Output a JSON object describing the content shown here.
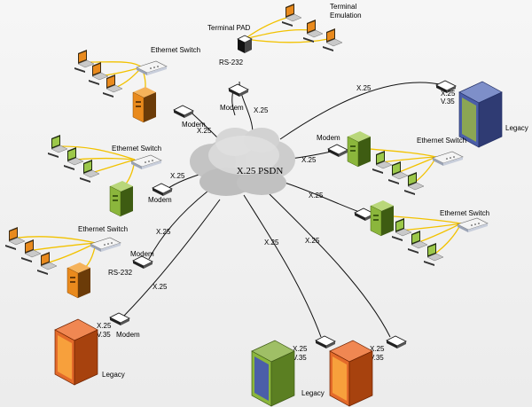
{
  "cloud": {
    "label": "X.25 PSDN"
  },
  "labels": {
    "terminal_pad": "Terminal PAD",
    "terminal_emulation_1": "Terminal",
    "terminal_emulation_2": "Emulation",
    "rs232_top": "RS-232",
    "modem_top": "Modem",
    "x25_top": "X.25",
    "switch_top_left": "Ethernet Switch",
    "modem_left1": "Modem",
    "x25_left1": "X.25",
    "switch_mid_left": "Ethernet Switch",
    "x25_left2": "X.25",
    "modem_left2": "Modem",
    "switch_bottom_left": "Ethernet Switch",
    "x25_left3": "X.25",
    "modem_left3": "Modem",
    "rs232_left": "RS-232",
    "x25_bottom_left": "X.25",
    "x25_bl_mod": "X.25",
    "v35_bl_mod": "V.35",
    "modem_bl": "Modem",
    "legacy_bl": "Legacy",
    "x25_center_bottom1": "X.25",
    "x25_center_bottom2": "X.25",
    "x25_b1": "X.25",
    "v35_b1": "V.35",
    "x25_b2": "X.25",
    "v35_b2": "V.35",
    "legacy_bottom": "Legacy",
    "x25_right_top": "X.25",
    "x25_rt_mod": "X.25",
    "v35_rt_mod": "V.35",
    "legacy_right": "Legacy",
    "modem_right": "Modem",
    "x25_right1": "X.25",
    "switch_right1": "Ethernet Switch",
    "x25_right2": "X.25",
    "switch_right2": "Ethernet Switch"
  },
  "colors": {
    "cable": "#f2c200",
    "line": "#111111",
    "orange": "#e98a1d",
    "green": "#8bb63c",
    "blue": "#4b5ea8",
    "red": "#d84b12"
  }
}
